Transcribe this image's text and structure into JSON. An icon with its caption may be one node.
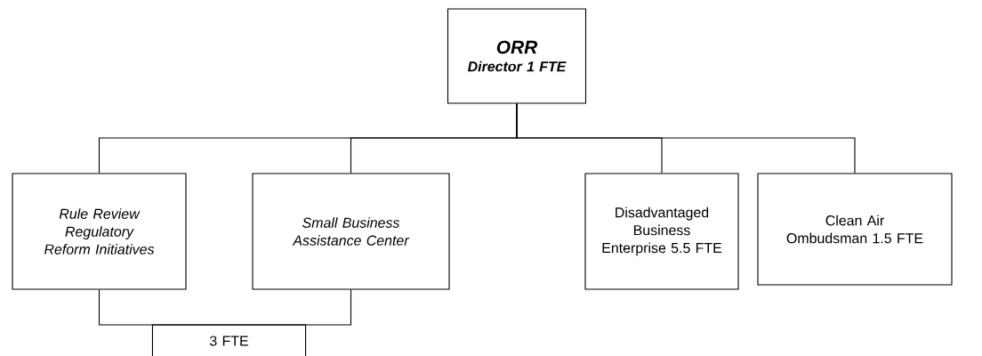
{
  "diagram": {
    "nodes": [
      {
        "text": [
          "ORR",
          "Director 1 FTE"
        ]
      },
      {
        "text": [
          "Rule Review Regulatory Reform Initiatives"
        ]
      },
      {
        "text": [
          "Small Business Assistance Center"
        ]
      },
      {
        "text": [
          "Disadvantaged Business Enterprise 5.5 FTE"
        ]
      },
      {
        "text": [
          "Clean Air Ombudsman 1.5 FTE"
        ]
      },
      {
        "text": [
          "3 FTE"
        ]
      }
    ],
    "edges": [
      {
        "from": 0,
        "to": 1,
        "arrow": "none"
      },
      {
        "from": 0,
        "to": 2,
        "arrow": "none"
      },
      {
        "from": 0,
        "to": 3,
        "arrow": "none"
      },
      {
        "from": 0,
        "to": 4,
        "arrow": "none"
      },
      {
        "from": 1,
        "to": 5,
        "arrow": "none"
      },
      {
        "from": 2,
        "to": 5,
        "arrow": "none"
      }
    ]
  }
}
